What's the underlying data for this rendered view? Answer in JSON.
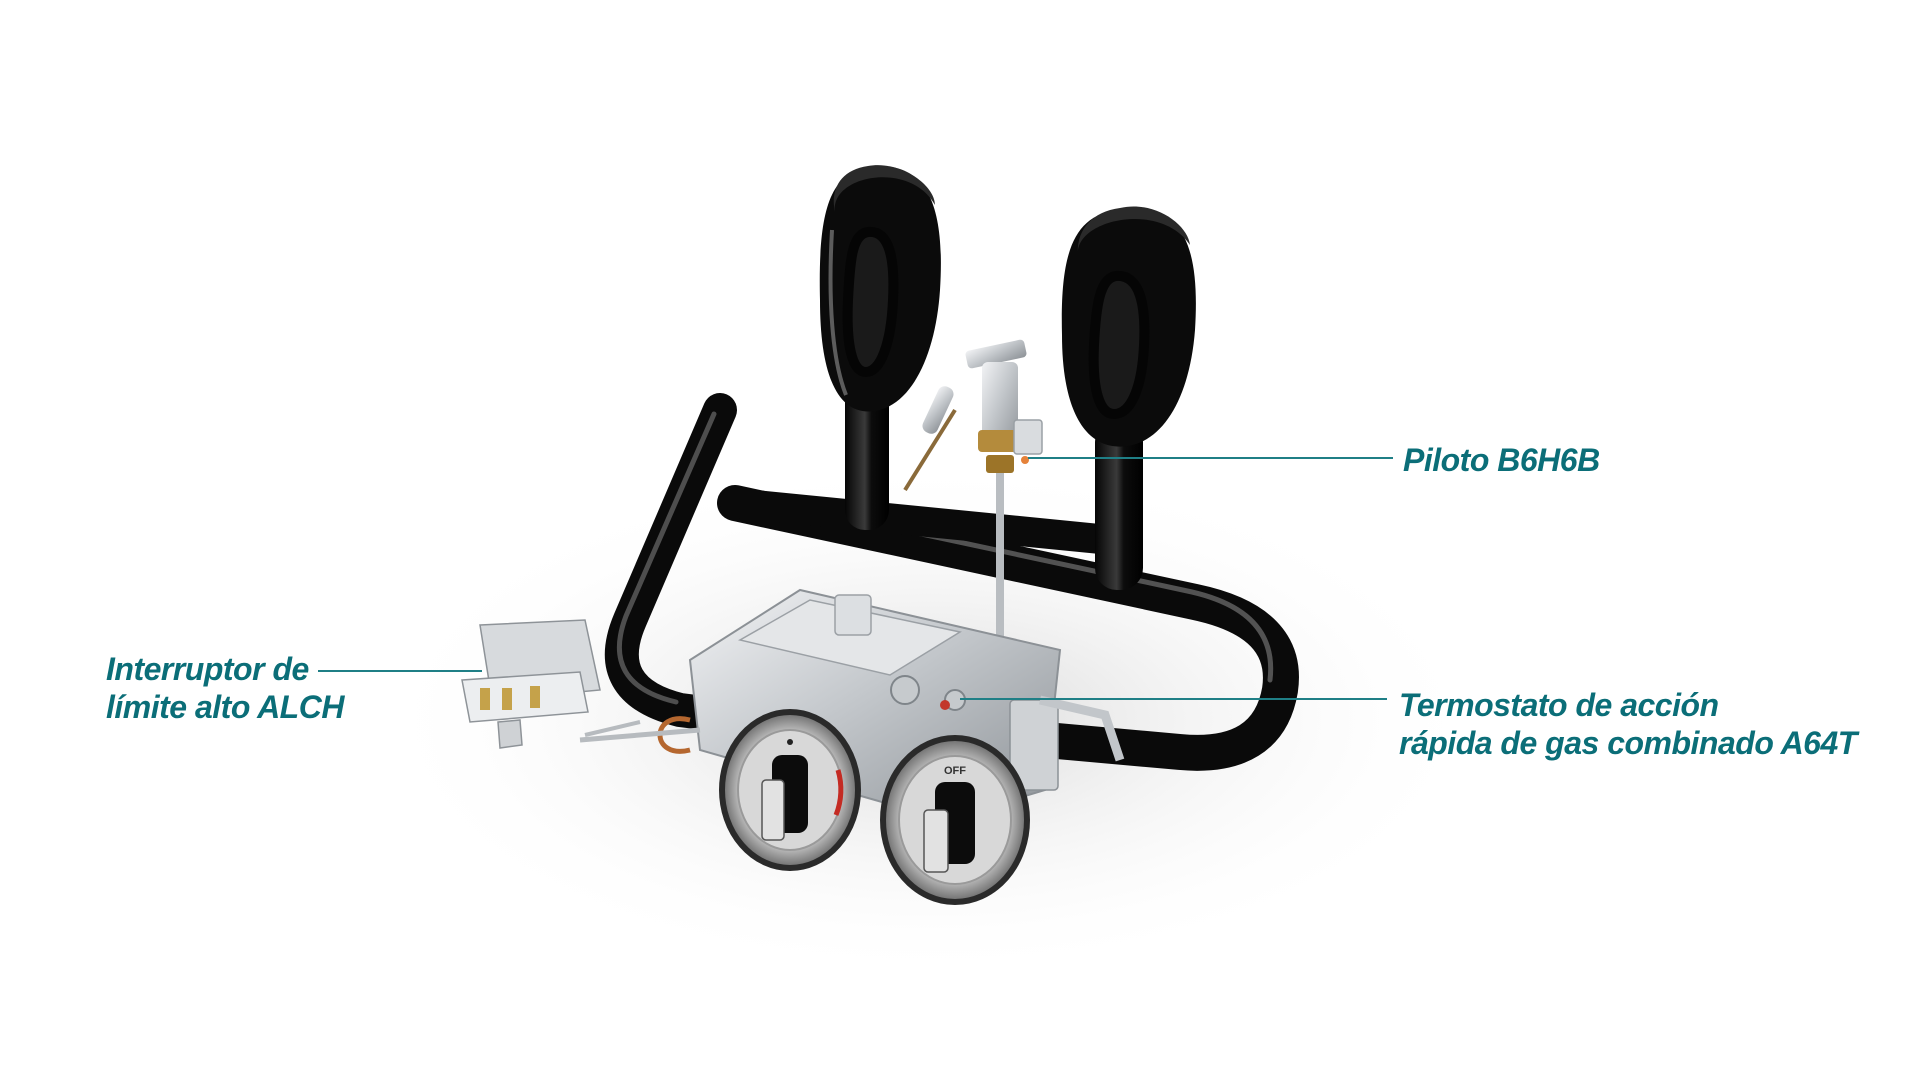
{
  "colors": {
    "accent": "#0b6e78",
    "leader_line": "#1f7f86",
    "background": "#ffffff",
    "burner": "#121212",
    "metal": "#c9ccd0"
  },
  "callouts": {
    "piloto": {
      "lines": [
        "Piloto B6H6B"
      ]
    },
    "interruptor": {
      "lines": [
        "Interruptor de",
        "límite alto ALCH"
      ]
    },
    "termostato": {
      "lines": [
        "Termostato de acción",
        "rápida de gas combinado A64T"
      ]
    }
  },
  "dial_right": {
    "off_text": "OFF"
  }
}
